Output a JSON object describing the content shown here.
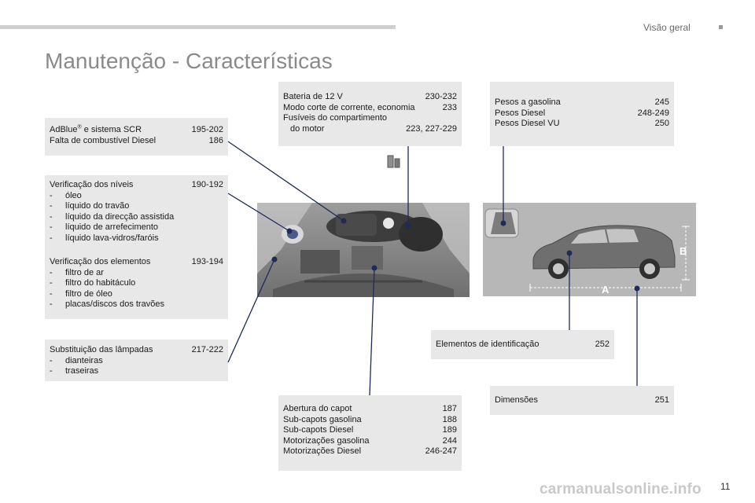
{
  "header": {
    "section": "Visão geral"
  },
  "page_title": "Manutenção - Características",
  "adblue": {
    "rows": [
      {
        "label": "AdBlue",
        "sup": "®",
        "label_rest": " e sistema SCR",
        "pages": "195-202"
      },
      {
        "label": "Falta de combustível Diesel",
        "sup": "",
        "label_rest": "",
        "pages": "186"
      }
    ]
  },
  "levels": {
    "title": "Verificação dos níveis",
    "pages": "190-192",
    "items": [
      "óleo",
      "líquido do travão",
      "líquido da direcção assistida",
      "líquido de arrefecimento",
      "líquido lava-vidros/faróis"
    ]
  },
  "elements": {
    "title": "Verificação dos elementos",
    "pages": "193-194",
    "items": [
      "filtro de ar",
      "filtro do habitáculo",
      "filtro de óleo",
      "placas/discos dos travões"
    ]
  },
  "bulbs": {
    "title": "Substituição das lâmpadas",
    "pages": "217-222",
    "items": [
      "dianteiras",
      "traseiras"
    ]
  },
  "battery": {
    "rows": [
      {
        "label": "Bateria de 12 V",
        "pages": "230-232"
      },
      {
        "label": "Modo corte de corrente, economia",
        "pages": "233"
      },
      {
        "label": "Fusíveis do compartimento",
        "pages": ""
      },
      {
        "label": "do motor",
        "pages": "223, 227-229"
      }
    ]
  },
  "weights": {
    "rows": [
      {
        "label": "Pesos a gasolina",
        "pages": "245"
      },
      {
        "label": "Pesos Diesel",
        "pages": "248-249"
      },
      {
        "label": "Pesos Diesel VU",
        "pages": "250"
      }
    ]
  },
  "identification": {
    "label": "Elementos de identificação",
    "pages": "252"
  },
  "dimensions": {
    "label": "Dimensões",
    "pages": "251"
  },
  "bonnet": {
    "rows": [
      {
        "label": "Abertura do capot",
        "pages": "187"
      },
      {
        "label": "Sub-capots gasolina",
        "pages": "188"
      },
      {
        "label": "Sub-capots Diesel",
        "pages": "189"
      },
      {
        "label": "Motorizações gasolina",
        "pages": "244"
      },
      {
        "label": "Motorizações Diesel",
        "pages": "246-247"
      }
    ]
  },
  "car_diagram": {
    "dim_a": "A",
    "dim_b": "B"
  },
  "footer": {
    "page_number": "11",
    "watermark": "carmanualsonline.info"
  },
  "colors": {
    "leader_lines": "#1e2a5a",
    "box_bg": "#e8e8e8",
    "title": "#8a8a8a",
    "car_body": "#6f6f6f"
  }
}
